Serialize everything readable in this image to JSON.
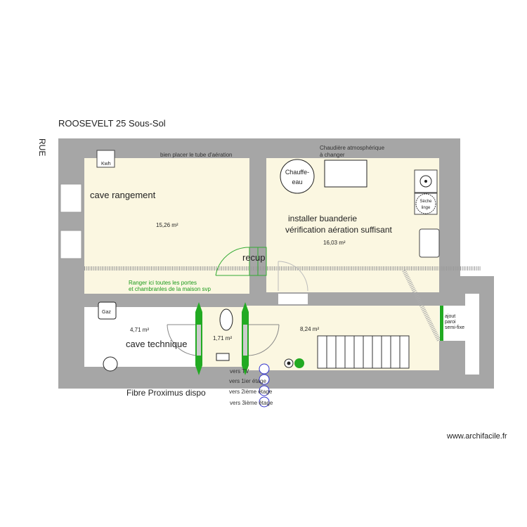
{
  "title": "ROOSEVELT 25 Sous-Sol",
  "street_label": "RUE",
  "watermark": "www.archifacile.fr",
  "colors": {
    "wall": "#a6a6a6",
    "floor": "#fbf7e1",
    "door_green": "#22aa22",
    "network_blue": "#3333cc"
  },
  "rooms": {
    "cave_rangement": {
      "label": "cave rangement",
      "area": "15,26 m²"
    },
    "buanderie": {
      "label1": "installer buanderie",
      "label2": "vérification aération suffisant",
      "area": "16,03 m²"
    },
    "cave_technique": {
      "label": "cave technique",
      "area": "4,71 m²"
    },
    "wc": {
      "area": "1,71 m²"
    },
    "hall": {
      "area": "8,24 m²"
    },
    "recup": {
      "label": "recup"
    }
  },
  "notes": {
    "aeration": "bien placer le tube d'aération",
    "chaudiere1": "Chaudière atmosphérique",
    "chaudiere2": "à changer",
    "portes1": "Ranger ici toutes les portes",
    "portes2": "et chambranles de la maison svp",
    "paroi1": "ajout",
    "paroi2": "paroi",
    "paroi3": "semi-fixe",
    "fibre": "Fibre Proximus dispo"
  },
  "equipment": {
    "kwh": "Kwh",
    "chauffe1": "Chauffe-",
    "chauffe2": "eau",
    "seche1": "Sèche",
    "seche2": "linge",
    "gaz": "Gaz"
  },
  "network": [
    "vers TV",
    "vers 1ier étage",
    "vers 2ième étage",
    "vers 3ième étage"
  ]
}
